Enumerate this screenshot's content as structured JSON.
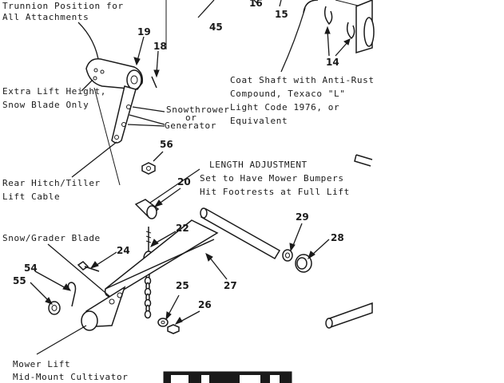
{
  "labels": {
    "trunnion_line1": "Trunnion Position for",
    "trunnion_line2": "All Attachments",
    "extra_lift_line1": "Extra Lift Height,",
    "extra_lift_line2": "Snow Blade Only",
    "snowthrower": "Snowthrower",
    "or": "or",
    "generator": "Generator",
    "coat_shaft_line1": "Coat Shaft with Anti-Rust",
    "coat_shaft_line2": "Compound, Texaco \"L\"",
    "coat_shaft_line3": "Light Code 1976, or",
    "coat_shaft_line4": "Equivalent",
    "length_adjustment": "LENGTH ADJUSTMENT",
    "length_line1": "Set to Have Mower Bumpers",
    "length_line2": "Hit Footrests at Full Lift",
    "rear_hitch_line1": "Rear Hitch/Tiller",
    "rear_hitch_line2": "Lift Cable",
    "snow_grader": "Snow/Grader Blade",
    "mower_lift": "Mower Lift",
    "mid_mount": "Mid-Mount Cultivator"
  },
  "part_numbers": {
    "p16": "16",
    "p15": "15",
    "p45": "45",
    "p19": "19",
    "p18": "18",
    "p14": "14",
    "p56": "56",
    "p20": "20",
    "p22": "22",
    "p29": "29",
    "p28": "28",
    "p24": "24",
    "p54": "54",
    "p55": "55",
    "p27": "27",
    "p25": "25",
    "p26": "26"
  },
  "colors": {
    "ink": "#1a1a1a",
    "paper": "#ffffff"
  }
}
